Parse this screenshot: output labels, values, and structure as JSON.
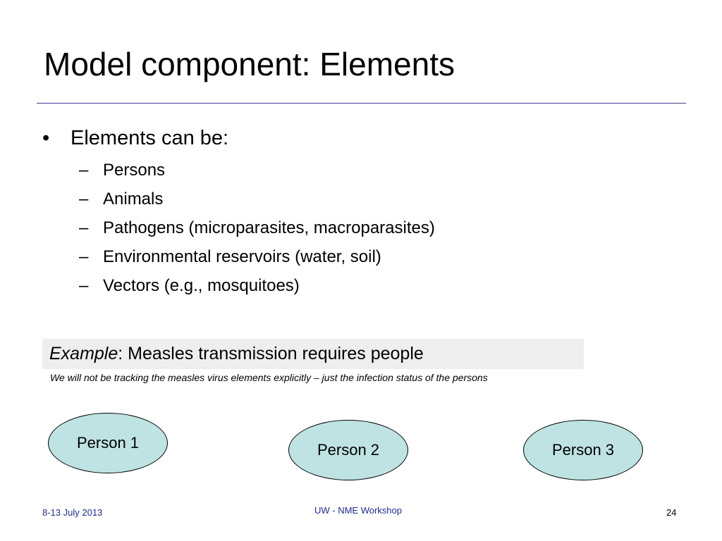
{
  "slide": {
    "title": "Model component: Elements",
    "bullet": {
      "marker": "•",
      "text": "Elements can be:",
      "sub_marker": "–",
      "sub_items": [
        "Persons",
        "Animals",
        "Pathogens (microparasites, macroparasites)",
        "Environmental reservoirs (water, soil)",
        "Vectors (e.g., mosquitoes)"
      ]
    },
    "example": {
      "label": "Example",
      "text": ": Measles transmission requires people"
    },
    "note": "We will not be tracking the measles virus elements explicitly – just the infection status of the persons",
    "persons": [
      "Person 1",
      "Person 2",
      "Person 3"
    ],
    "colors": {
      "ellipse_fill": "#bfe3e3",
      "title_rule": "#3b3b8a",
      "footer_text": "#1f2d8a",
      "example_box": "#eeeeee"
    }
  },
  "footer": {
    "date": "8-13 July 2013",
    "event": "UW - NME Workshop",
    "page_number": "24"
  }
}
